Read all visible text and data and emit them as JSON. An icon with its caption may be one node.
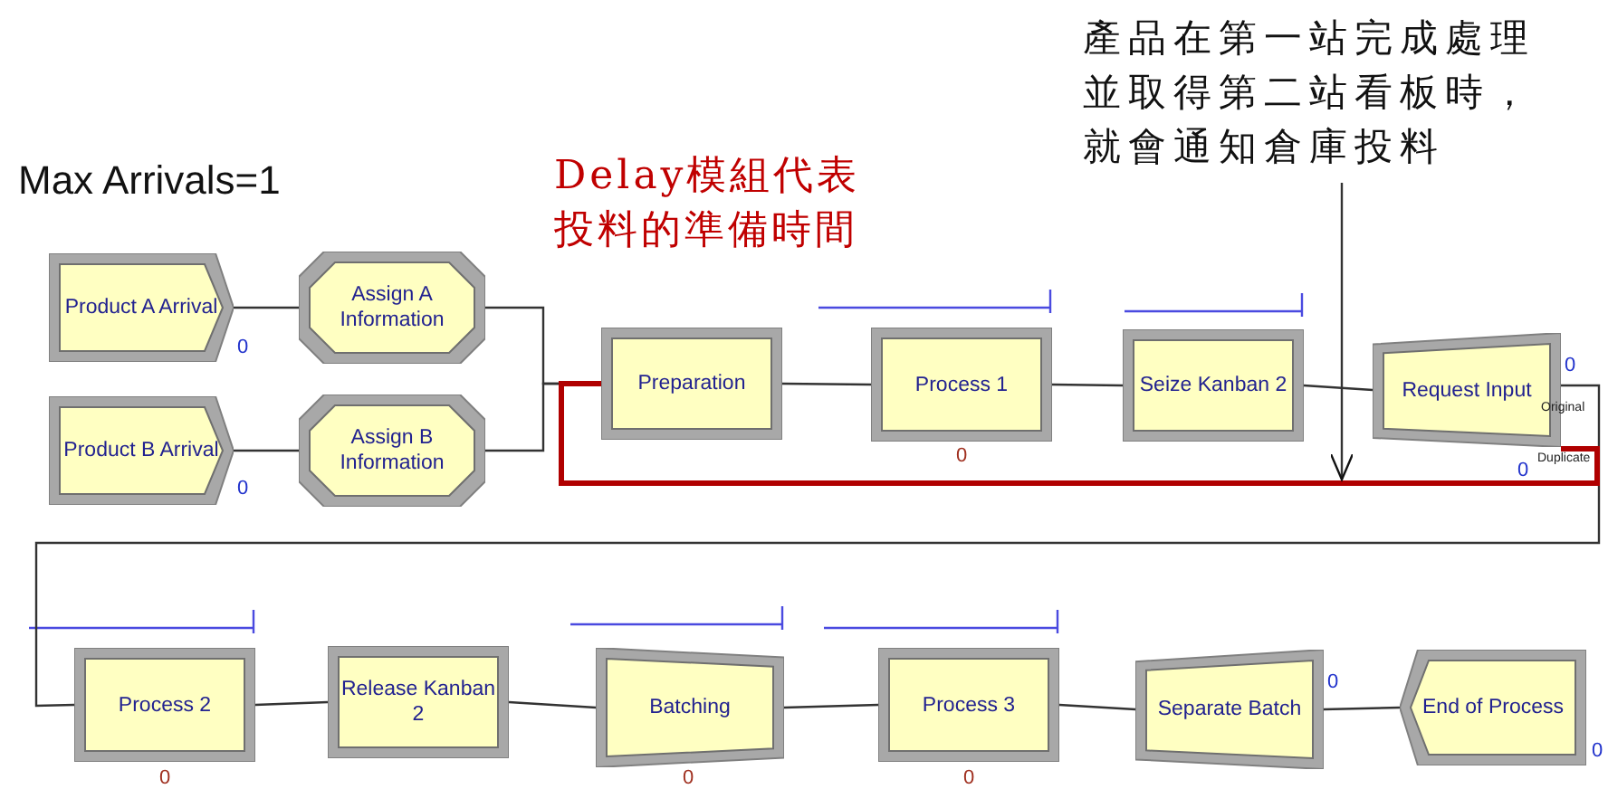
{
  "diagram": {
    "nodes": [
      {
        "text": [
          "Product A Arrival"
        ],
        "beside": [
          "0"
        ]
      },
      {
        "text": [
          "Assign A Information"
        ]
      },
      {
        "text": [
          "Product B Arrival"
        ],
        "beside": [
          "0"
        ]
      },
      {
        "text": [
          "Assign B Information"
        ]
      },
      {
        "text": [
          "Preparation"
        ]
      },
      {
        "text": [
          "Process 1"
        ],
        "beside": [
          "0"
        ]
      },
      {
        "text": [
          "Seize Kanban 2"
        ]
      },
      {
        "text": [
          "Request Input"
        ],
        "beside": [
          "0",
          "Original",
          "0",
          "Duplicate"
        ]
      },
      {
        "text": [
          "Process 2"
        ],
        "beside": [
          "0"
        ]
      },
      {
        "text": [
          "Release Kanban 2"
        ]
      },
      {
        "text": [
          "Batching"
        ],
        "beside": [
          "0"
        ]
      },
      {
        "text": [
          "Process 3"
        ],
        "beside": [
          "0"
        ]
      },
      {
        "text": [
          "Separate Batch"
        ],
        "beside": [
          "0"
        ]
      },
      {
        "text": [
          "End of Process"
        ],
        "beside": [
          "0"
        ]
      },
      {
        "text": [
          "產品在第一站完成處理並取得第二站看板時，就會通知倉庫投料"
        ]
      }
    ],
    "edges": [
      {
        "from": 0,
        "to": 1,
        "arrow": "none"
      },
      {
        "from": 2,
        "to": 3,
        "arrow": "none"
      },
      {
        "from": 1,
        "to": 4,
        "arrow": "none"
      },
      {
        "from": 3,
        "to": 4,
        "arrow": "none"
      },
      {
        "from": 4,
        "to": 5,
        "arrow": "none"
      },
      {
        "from": 5,
        "to": 6,
        "arrow": "none"
      },
      {
        "from": 6,
        "to": 7,
        "arrow": "none"
      },
      {
        "from": 7,
        "to": 8,
        "arrow": "none"
      },
      {
        "from": 7,
        "to": 4,
        "arrow": "none",
        "style": "thick",
        "color": "#b00000"
      },
      {
        "from": 8,
        "to": 9,
        "arrow": "none"
      },
      {
        "from": 9,
        "to": 10,
        "arrow": "none"
      },
      {
        "from": 10,
        "to": 11,
        "arrow": "none"
      },
      {
        "from": 11,
        "to": 12,
        "arrow": "none"
      },
      {
        "from": 12,
        "to": 13,
        "arrow": "none"
      },
      {
        "from": 14,
        "to": null,
        "arrow": "to"
      }
    ],
    "labels": [
      "Max Arrivals=1",
      "Delay模組代表",
      "投料的準備時間"
    ]
  }
}
